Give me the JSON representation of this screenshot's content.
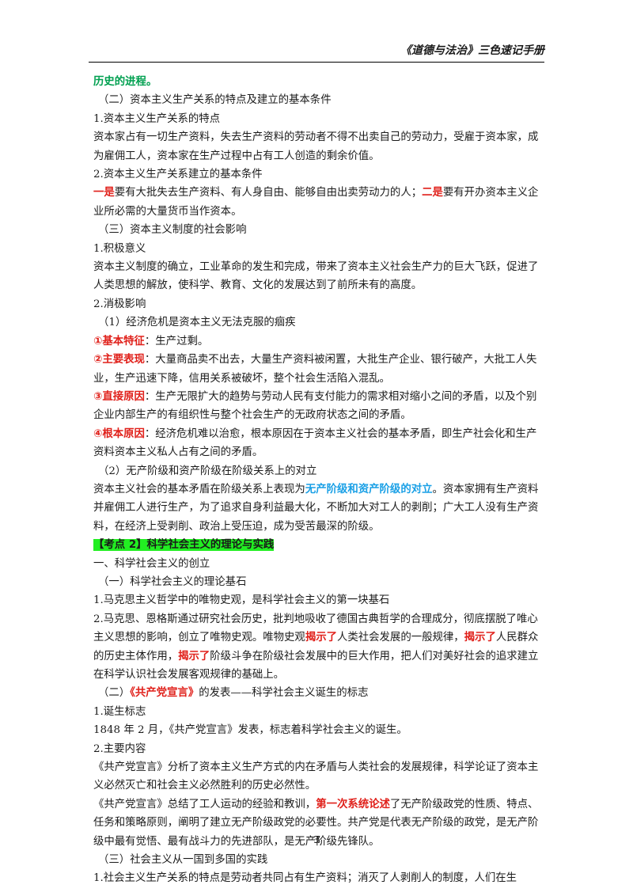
{
  "header": {
    "title": "《道德与法治》三色速记手册"
  },
  "page_number": "3",
  "lines": {
    "l1": "历史的进程。",
    "l2": "（二）资本主义生产关系的特点及建立的基本条件",
    "l3": "1.资本主义生产关系的特点",
    "l4": "资本家占有一切生产资料，失去生产资料的劳动者不得不出卖自己的劳动力，受雇于资本家，成为雇佣工人，资本家在生产过程中占有工人创造的剩余价值。",
    "l5": "2.资本主义生产关系建立的基本条件",
    "l6a": "一是",
    "l6b": "要有大批失去生产资料、有人身自由、能够自由出卖劳动力的人；",
    "l6c": "二是",
    "l6d": "要有开办资本主义企业所必需的大量货币当作资本。",
    "l7": "（三）资本主义制度的社会影响",
    "l8": "1.积极意义",
    "l9": "资本主义制度的确立，工业革命的发生和完成，带来了资本主义社会生产力的巨大飞跃，促进了人类思想的解放，使科学、教育、文化的发展达到了前所未有的高度。",
    "l10": "2.消极影响",
    "l11": "（1）经济危机是资本主义无法克服的痼疾",
    "l12a": "①基本特征",
    "l12b": "：生产过剩。",
    "l13a": "②主要表现",
    "l13b": "：大量商品卖不出去，大量生产资料被闲置，大批生产企业、银行破产，大批工人失业，生产迅速下降，信用关系被破坏，整个社会生活陷入混乱。",
    "l14a": "③直接原因",
    "l14b": "：生产无限扩大的趋势与劳动人民有支付能力的需求相对缩小之间的矛盾，以及个别企业内部生产的有组织性与整个社会生产的无政府状态之间的矛盾。",
    "l15a": "④根本原因",
    "l15b": "：经济危机难以治愈，根本原因在于资本主义社会的基本矛盾，即生产社会化和生产资料资本主义私人占有之间的矛盾。",
    "l16": "（2）无产阶级和资产阶级在阶级关系上的对立",
    "l17a": "资本主义社会的基本矛盾在阶级关系上表现为",
    "l17b": "无产阶级和资产阶级的对立",
    "l17c": "。资本家拥有生产资料并雇佣工人进行生产，为了追求自身利益最大化，不断加大对工人的剥削；广大工人没有生产资料，在经济上受剥削、政治上受压迫，成为受苦最深的阶级。",
    "l18": "【考点 2】科学社会主义的理论与实践",
    "l19": "一、科学社会主义的创立",
    "l20": "（一）科学社会主义的理论基石",
    "l21": "1.马克思主义哲学中的唯物史观，是科学社会主义的第一块基石",
    "l22a": "2.马克思、恩格斯通过研究社会历史，批判地吸收了德国古典哲学的合理成分，彻底摆脱了唯心主义思想的影响，创立了唯物史观。唯物史观",
    "l22b": "揭示了",
    "l22c": "人类社会发展的一般规律，",
    "l22d": "揭示了",
    "l22e": "人民群众的历史主体作用，",
    "l22f": "揭示了",
    "l22g": "阶级斗争在阶级社会发展中的巨大作用，把人们对美好社会的追求建立在科学认识社会发展客观规律的基础上。",
    "l23a": "（二）",
    "l23b": "《共产党宣言》",
    "l23c": "的发表——科学社会主义诞生的标志",
    "l24": "1.诞生标志",
    "l25": "1848 年 2 月，《共产党宣言》发表，标志着科学社会主义的诞生。",
    "l26": "2.主要内容",
    "l27": "《共产党宣言》分析了资本主义生产方式的内在矛盾与人类社会的发展规律，科学论证了资本主义必然灭亡和社会主义必然胜利的历史必然性。",
    "l28a": "《共产党宣言》总结了工人运动的经验和教训，",
    "l28b": "第一次系统论述",
    "l28c": "了无产阶级政党的性质、特点、任务和策略原则，阐明了建立无产阶级政党的必要性。共产党是代表无产阶级的政党，是无产阶级中最有觉悟、最有战斗力的先进部队，是无产阶级先锋队。",
    "l29": "（三）社会主义从一国到多国的实践",
    "l30": "1.社会主义生产关系的特点是劳动者共同占有生产资料；消灭了人剥削人的制度，人们在生"
  }
}
